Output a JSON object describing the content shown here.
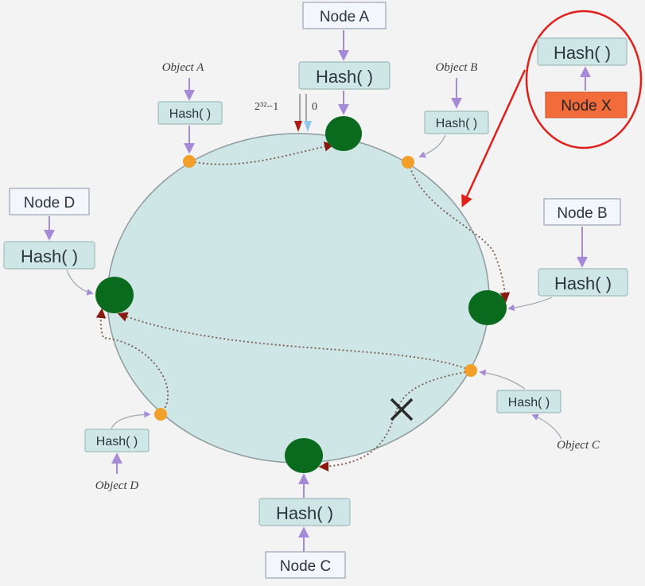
{
  "nodes": {
    "a": "Node A",
    "b": "Node B",
    "c": "Node C",
    "d": "Node D",
    "x": "Node X"
  },
  "hash_label": "Hash( )",
  "objects": {
    "a": "Object A",
    "b": "Object B",
    "c": "Object C",
    "d": "Object D"
  },
  "ring_range": {
    "max_label": "2³²−1",
    "zero_label": "0"
  },
  "colors": {
    "ring_fill": "#cfe6e7",
    "node_dot": "#0a6b1e",
    "object_dot": "#f2a02a",
    "node_x": "#f26b3a",
    "highlight": "#e0201a",
    "arrow": "#a58ad8"
  },
  "icons": {
    "removed_marker": "x-mark-icon"
  }
}
